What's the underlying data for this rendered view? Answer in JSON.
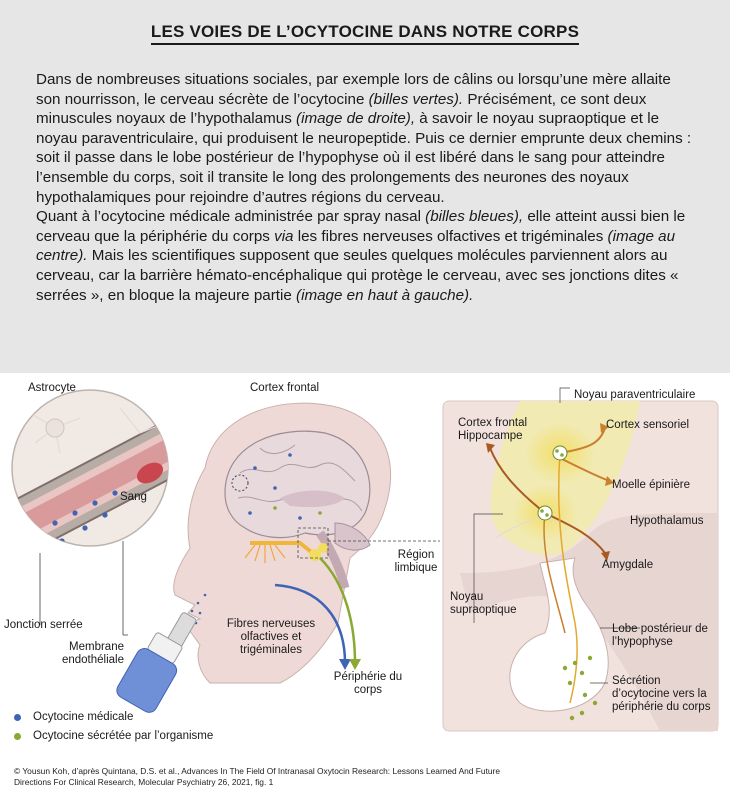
{
  "title": "LES VOIES DE L’OCYTOCINE DANS NOTRE CORPS",
  "paragraph1": {
    "t1": "Dans de nombreuses situations sociales, par exemple lors de câlins ou lorsqu’une mère allaite son nourrisson, le cerveau sécrète de l’ocytocine ",
    "i1": "(billes vertes).",
    "t2": " Précisément, ce sont deux minuscules noyaux de l’hypothalamus ",
    "i2": "(image de droite),",
    "t3": " à savoir le noyau supraoptique et le noyau paraventriculaire, qui produisent le neuropeptide. Puis ce dernier emprunte deux chemins : soit il passe dans le lobe postérieur de l’hypophyse où il est libéré dans le sang pour atteindre l’ensemble du corps, soit il transite le long des prolongements des neurones des noyaux hypothalamiques pour rejoindre d’autres régions du cerveau."
  },
  "paragraph2": {
    "t1": "Quant à l’ocytocine médicale administrée par spray nasal ",
    "i1": "(billes bleues),",
    "t2": " elle atteint aussi bien le cerveau que la périphérie du corps ",
    "i2": "via",
    "t3": " les fibres nerveuses olfactives et trigéminales ",
    "i3": "(image au centre).",
    "t4": " Mais les scientifiques supposent que seules quelques molécules parviennent alors au cerveau, car la barrière hémato-encéphalique qui protège le cerveau, avec ses jonctions dites « serrées », en bloque la majeure partie ",
    "i4": "(image en haut à gauche)."
  },
  "labels": {
    "astrocyte": "Astrocyte",
    "sang": "Sang",
    "jonction": "Jonction serrée",
    "membrane": "Membrane endothéliale",
    "cortex_frontal": "Cortex frontal",
    "region_limbique": "Région limbique",
    "fibres": "Fibres nerveuses olfactives et trigéminales",
    "peripherie": "Périphérie du corps",
    "noyau_para": "Noyau paraventriculaire",
    "cortex_frontal_hippo": "Cortex frontal Hippocampe",
    "cortex_sensoriel": "Cortex sensoriel",
    "moelle": "Moelle épinière",
    "hypothalamus": "Hypothalamus",
    "amygdale": "Amygdale",
    "noyau_supra": "Noyau supraoptique",
    "lobe": "Lobe postérieur de l’hypophyse",
    "secretion": "Sécrétion d’ocytocine vers la périphérie du corps"
  },
  "legend": {
    "medicale": "Ocytocine médicale",
    "secretee": "Ocytocine sécrétée par l’organisme"
  },
  "colors": {
    "blue_bead": "#3f63b5",
    "green_bead": "#8aa832",
    "panel_bg": "#e6e6e6"
  },
  "credit": "© Yousun Koh, d’après Quintana, D.S. et al., Advances In The Field Of Intranasal Oxytocin Research: Lessons Learned And Future Directions For Clinical Research, Molecular Psychiatry 26, 2021, fig. 1"
}
